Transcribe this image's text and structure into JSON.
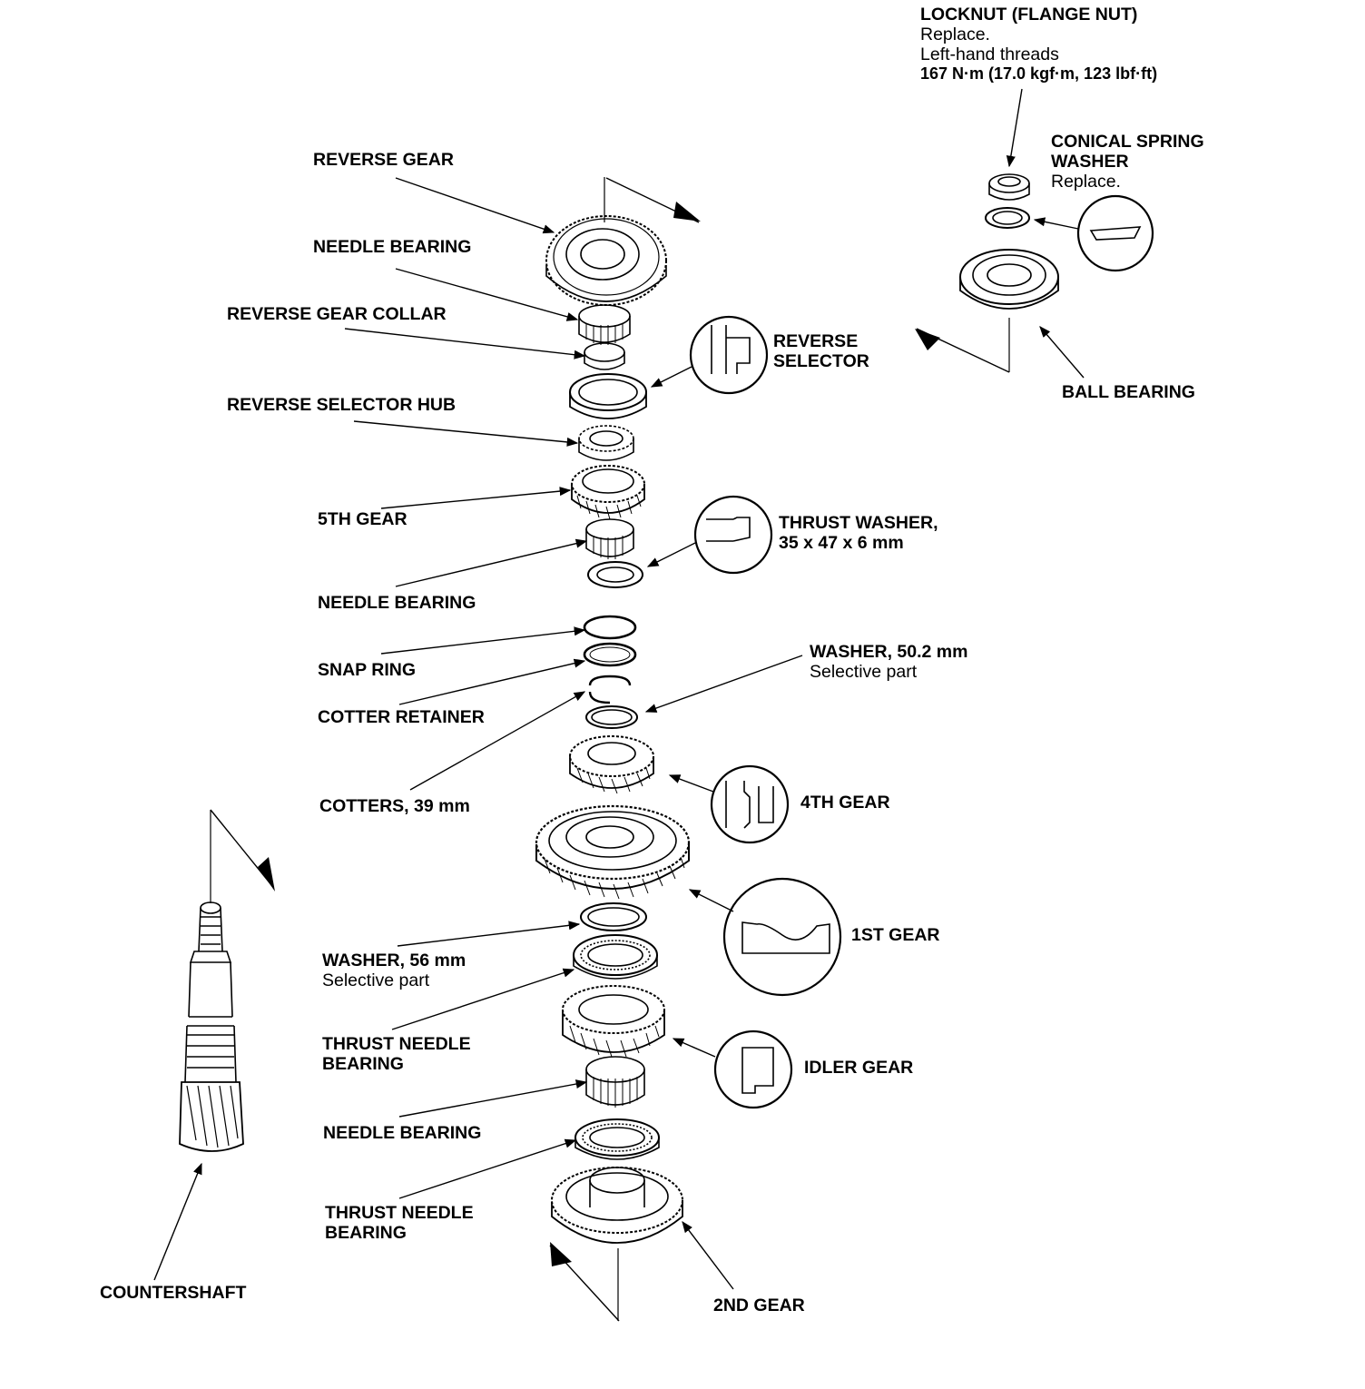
{
  "labels": {
    "locknut_title": "LOCKNUT (FLANGE NUT)",
    "locknut_replace": "Replace.",
    "locknut_threads": "Left-hand threads",
    "locknut_torque": "167 N·m (17.0 kgf·m, 123 lbf·ft)",
    "conical_title_1": "CONICAL SPRING",
    "conical_title_2": "WASHER",
    "conical_replace": "Replace.",
    "reverse_gear": "REVERSE GEAR",
    "needle_bearing_top": "NEEDLE BEARING",
    "reverse_gear_collar": "REVERSE GEAR COLLAR",
    "reverse_selector_1": "REVERSE",
    "reverse_selector_2": "SELECTOR",
    "ball_bearing": "BALL BEARING",
    "reverse_selector_hub": "REVERSE SELECTOR HUB",
    "fifth_gear": "5TH GEAR",
    "thrust_washer_1": "THRUST WASHER,",
    "thrust_washer_2": "35 x 47 x 6 mm",
    "needle_bearing_mid": "NEEDLE BEARING",
    "washer_502_1": "WASHER, 50.2 mm",
    "washer_502_2": "Selective part",
    "snap_ring": "SNAP RING",
    "cotter_retainer": "COTTER RETAINER",
    "cotters": "COTTERS, 39 mm",
    "fourth_gear": "4TH GEAR",
    "first_gear": "1ST GEAR",
    "washer_56_1": "WASHER, 56 mm",
    "washer_56_2": "Selective part",
    "thrust_needle_1_a": "THRUST NEEDLE",
    "thrust_needle_1_b": "BEARING",
    "idler_gear": "IDLER GEAR",
    "needle_bearing_low": "NEEDLE BEARING",
    "thrust_needle_2_a": "THRUST NEEDLE",
    "thrust_needle_2_b": "BEARING",
    "countershaft": "COUNTERSHAFT",
    "second_gear": "2ND GEAR"
  },
  "colors": {
    "ink": "#000000",
    "paper": "#ffffff"
  }
}
